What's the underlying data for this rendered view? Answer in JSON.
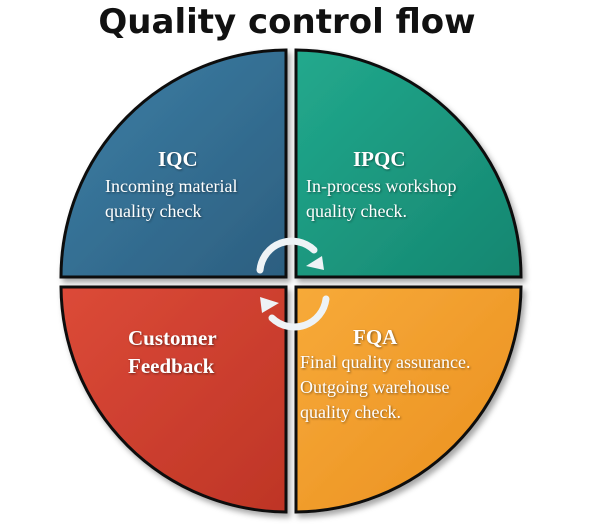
{
  "title": "Quality control flow",
  "quadrants": {
    "iqc": {
      "heading": "IQC",
      "lines": [
        "Incoming material",
        "quality check"
      ],
      "color": "#346f94"
    },
    "ipqc": {
      "heading": "IPQC",
      "lines": [
        "In-process workshop",
        "quality check."
      ],
      "color": "#1a9a80"
    },
    "customer": {
      "heading_lines": [
        "Customer",
        "Feedback"
      ],
      "color": "#d24130"
    },
    "fqa": {
      "heading": "FQA",
      "lines": [
        "Final quality assurance.",
        "Outgoing warehouse",
        "quality check."
      ],
      "color": "#f39d2b"
    }
  },
  "center_icon": "cycle-arrows-icon"
}
